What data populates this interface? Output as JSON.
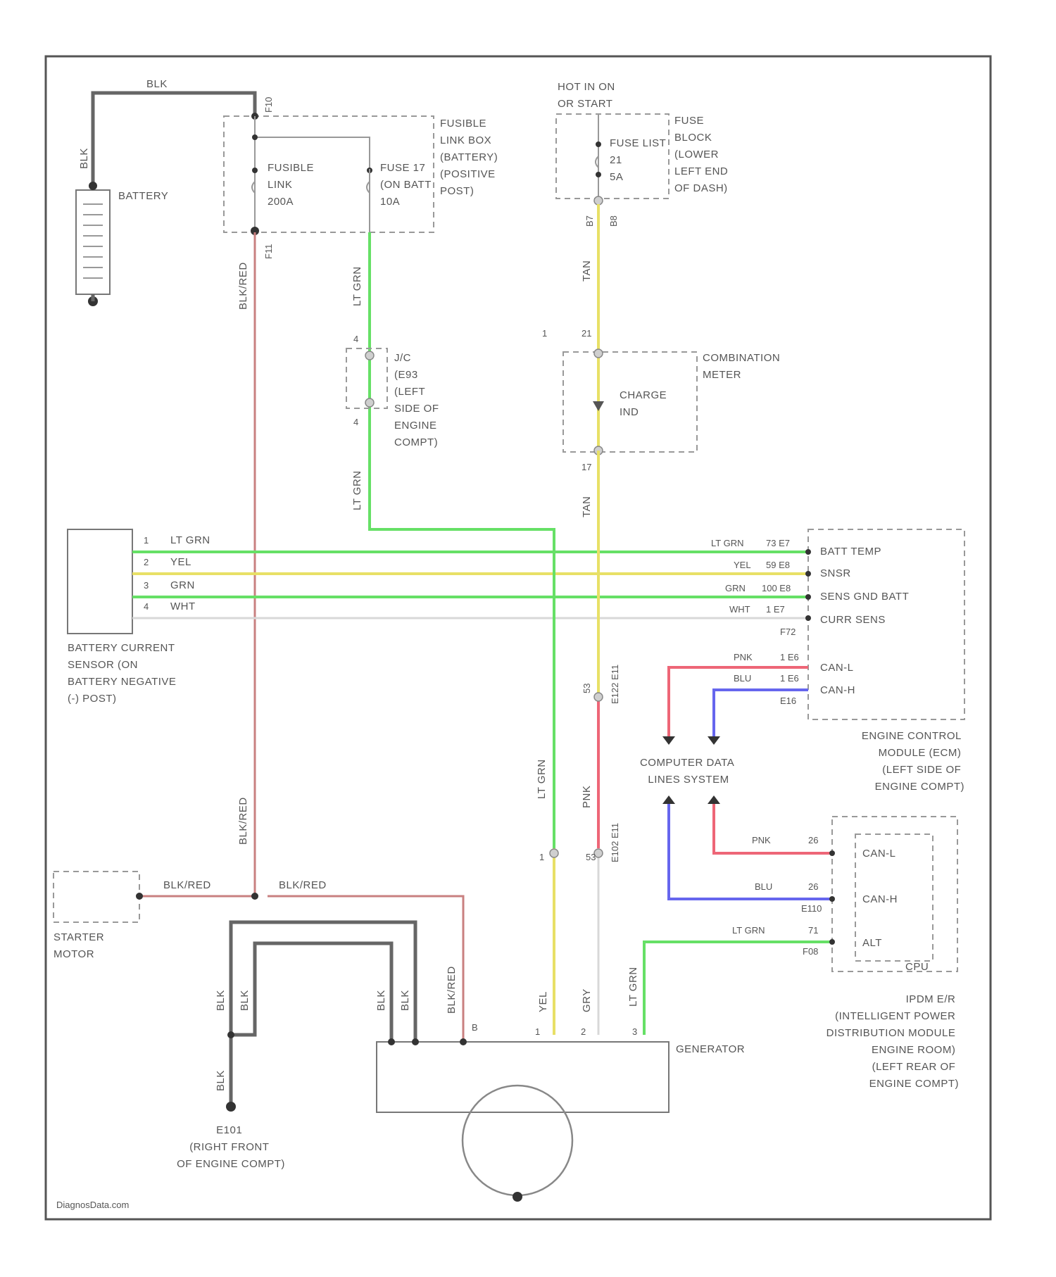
{
  "footer": {
    "source": "DiagnosData.com"
  },
  "battery": {
    "label": "BATTERY",
    "wire_top": "BLK",
    "wire_side": "BLK"
  },
  "fusible_link_box": {
    "label_lines": [
      "FUSIBLE",
      "LINK BOX",
      "(BATTERY)",
      "(POSITIVE",
      "POST)"
    ],
    "link_lines": [
      "FUSIBLE",
      "LINK",
      "200A"
    ],
    "fuse_lines": [
      "FUSE 17",
      "(ON BATT",
      "10A"
    ],
    "pin_top": "F10",
    "pin_bottom": "F11"
  },
  "fuse_block": {
    "hot_lines": [
      "HOT IN ON",
      "OR START"
    ],
    "fuse_lines": [
      "FUSE LIST",
      "21",
      "5A"
    ],
    "label_lines": [
      "FUSE",
      "BLOCK",
      "(LOWER",
      "LEFT END",
      "OF DASH)"
    ],
    "pin_left": "B7",
    "pin_right": "B8"
  },
  "jc": {
    "label_lines": [
      "J/C",
      "(E93",
      "(LEFT",
      "SIDE OF",
      "ENGINE",
      "COMPT)"
    ],
    "pin_top": "4",
    "pin_bottom": "4"
  },
  "combination_meter": {
    "label_lines": [
      "COMBINATION",
      "METER"
    ],
    "ind_lines": [
      "CHARGE",
      "IND"
    ],
    "pin_top": "21",
    "pin_bottom": "17"
  },
  "wires": {
    "blk_red_main": "BLK/RED",
    "lt_grn_upper": "LT GRN",
    "lt_grn_mid": "LT GRN",
    "tan_upper": "TAN",
    "tan_lower": "TAN",
    "lt_grn_lower": "LT GRN",
    "pnk_vertical": "PNK",
    "blk_red_lower": "BLK/RED",
    "blk_red_starter": "BLK/RED",
    "blk_red_gen": "BLK/RED",
    "yel_gen": "YEL",
    "gry_gen": "GRY",
    "lt_grn_gen": "LT GRN",
    "blk_1": "BLK",
    "blk_2": "BLK",
    "blk_3": "BLK",
    "blk_4": "BLK",
    "blk_ground": "BLK",
    "gen_b_terminal": "B"
  },
  "battery_sensor": {
    "label_lines": [
      "BATTERY CURRENT",
      "SENSOR (ON",
      "BATTERY NEGATIVE",
      "(-) POST)"
    ],
    "pins": [
      {
        "num": "1",
        "color": "LT GRN"
      },
      {
        "num": "2",
        "color": "YEL"
      },
      {
        "num": "3",
        "color": "GRN"
      },
      {
        "num": "4",
        "color": "WHT"
      }
    ]
  },
  "ecm": {
    "label_lines": [
      "ENGINE CONTROL",
      "MODULE (ECM)",
      "(LEFT SIDE OF",
      "ENGINE COMPT)"
    ],
    "inputs": [
      {
        "wire": "LT GRN",
        "pin": "73 E7",
        "name": "BATT TEMP"
      },
      {
        "wire": "YEL",
        "pin": "59 E8",
        "name": "SNSR"
      },
      {
        "wire": "GRN",
        "pin": "100 E8",
        "name": "SENS GND BATT"
      },
      {
        "wire": "WHT",
        "pin": "1 E7",
        "name": "CURR SENS"
      },
      {
        "wire": "",
        "pin": "F72",
        "name": ""
      }
    ],
    "can": [
      {
        "wire": "PNK",
        "pin": "1 E6",
        "name": "CAN-L"
      },
      {
        "wire": "BLU",
        "pin": "1 E6",
        "name": "CAN-H"
      }
    ],
    "can_pin_extra": "E16"
  },
  "computer_data": {
    "label_lines": [
      "COMPUTER DATA",
      "LINES SYSTEM"
    ]
  },
  "ipdm": {
    "label_lines": [
      "IPDM E/R",
      "(INTELLIGENT POWER",
      "DISTRIBUTION MODULE",
      "ENGINE ROOM)",
      "(LEFT REAR OF",
      "ENGINE COMPT)"
    ],
    "rows": [
      {
        "wire": "PNK",
        "pin": "26",
        "name": "CAN-L"
      },
      {
        "wire": "BLU",
        "pin": "26",
        "name": "CAN-H"
      },
      {
        "wire": "LT GRN",
        "pin": "71",
        "name": "ALT"
      }
    ],
    "pin_e110": "E110",
    "pin_f08": "F08",
    "cpu": "CPU"
  },
  "connectors": {
    "c1": "E122 E11",
    "c2": "E102 E11",
    "c3": "1",
    "c4": "53",
    "c5": "53",
    "c6": "1"
  },
  "starter": {
    "label_lines": [
      "STARTER",
      "MOTOR"
    ]
  },
  "generator": {
    "label": "GENERATOR",
    "pins": [
      "1",
      "2",
      "3"
    ]
  },
  "ground": {
    "label_lines": [
      "E101",
      "(RIGHT FRONT",
      "OF ENGINE COMPT)"
    ]
  }
}
